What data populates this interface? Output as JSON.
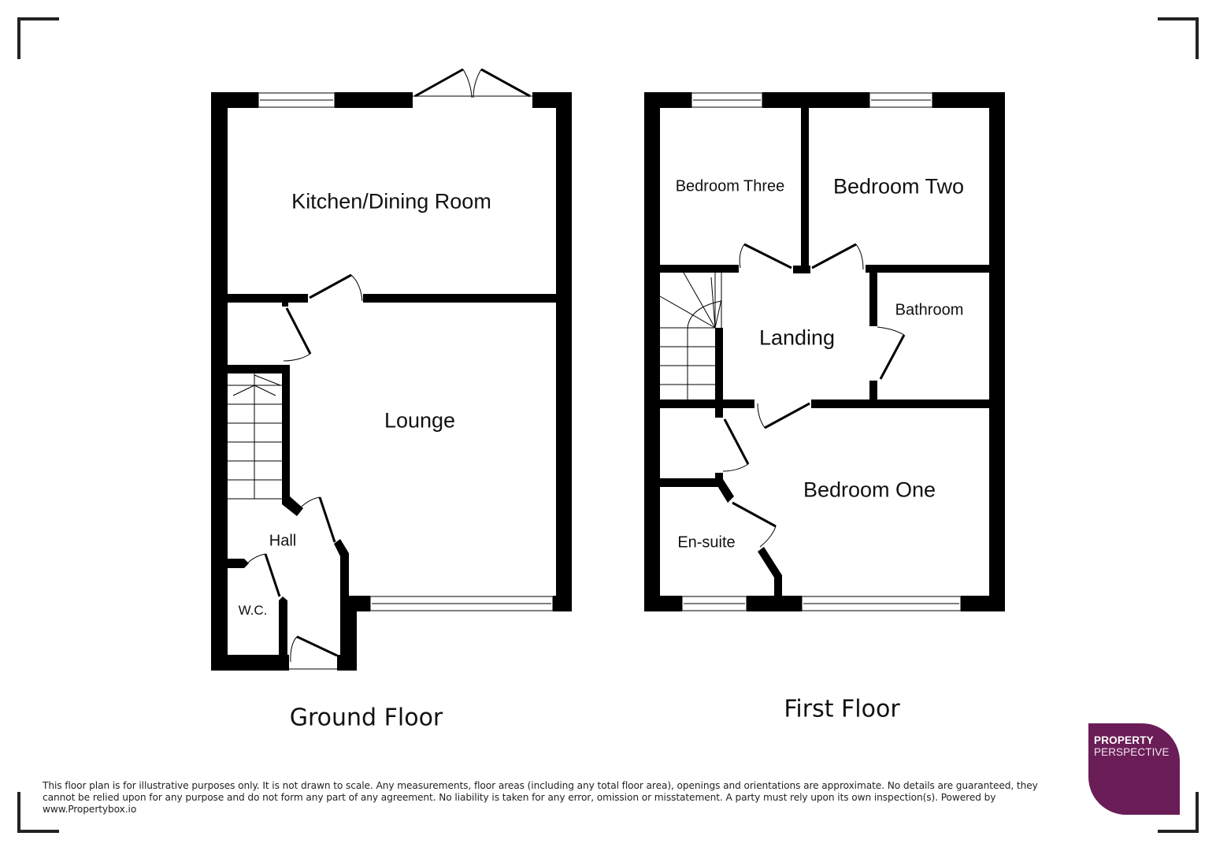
{
  "ground_floor": {
    "title": "Ground Floor",
    "rooms": {
      "kitchen": "Kitchen/Dining Room",
      "lounge": "Lounge",
      "hall": "Hall",
      "wc": "W.C."
    }
  },
  "first_floor": {
    "title": "First Floor",
    "rooms": {
      "bedroom_three": "Bedroom Three",
      "bedroom_two": "Bedroom Two",
      "landing": "Landing",
      "bathroom": "Bathroom",
      "bedroom_one": "Bedroom One",
      "ensuite": "En-suite"
    }
  },
  "disclaimer": "This floor plan is for illustrative purposes only. It is not drawn to scale. Any measurements, floor areas (including any total floor area), openings and orientations are approximate. No details are guaranteed, they cannot be relied upon for any purpose and do not form any part of any agreement. No liability is taken for any error, omission or misstatement. A party must rely upon its own inspection(s). Powered by www.Propertybox.io",
  "logo": {
    "line1": "PROPERTY",
    "line2": "PERSPECTIVE",
    "color": "#6a1d57"
  },
  "colors": {
    "wall": "#000000",
    "frame": "#222222"
  }
}
